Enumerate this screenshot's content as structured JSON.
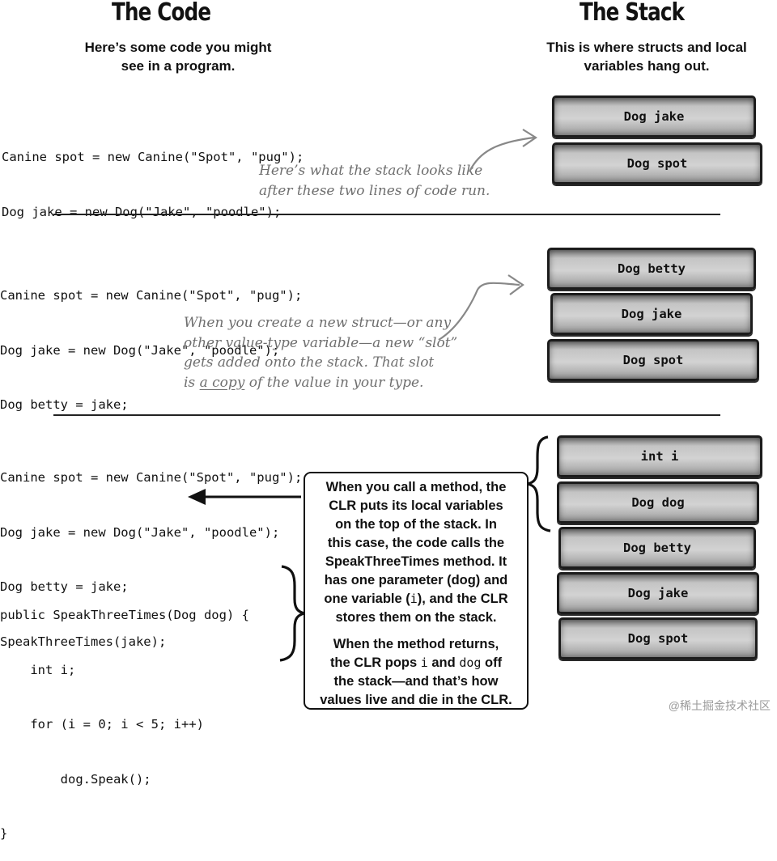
{
  "headings": {
    "code": "The Code",
    "stack": "The Stack"
  },
  "subheads": {
    "code": [
      "Here’s some code you might",
      "see in a program."
    ],
    "stack": [
      "This is where structs and local",
      "variables hang out."
    ]
  },
  "panel1": {
    "code": [
      "Canine spot = new Canine(\"Spot\", \"pug\");",
      "Dog jake = new Dog(\"Jake\", \"poodle\");"
    ],
    "note": [
      "Here’s what the stack looks like",
      "after these two lines of code run."
    ],
    "stack": [
      "Dog jake",
      "Dog spot"
    ]
  },
  "panel2": {
    "code": [
      "Canine spot = new Canine(\"Spot\", \"pug\");",
      "Dog jake = new Dog(\"Jake\", \"poodle\");",
      "Dog betty = jake;"
    ],
    "note": {
      "line1": "When you create a new struct—or any",
      "line2": "other value-type variable—a new “slot”",
      "line3": "gets added onto the stack. That slot",
      "line4_prefix": "is ",
      "line4_underlined": "a copy",
      "line4_suffix": " of the value in your type."
    },
    "stack": [
      "Dog betty",
      "Dog jake",
      "Dog spot"
    ]
  },
  "panel3": {
    "code": [
      "Canine spot = new Canine(\"Spot\", \"pug\");",
      "Dog jake = new Dog(\"Jake\", \"poodle\");",
      "Dog betty = jake;",
      "SpeakThreeTimes(jake);"
    ],
    "method": [
      "public SpeakThreeTimes(Dog dog) {",
      "    int i;",
      "    for (i = 0; i < 5; i++)",
      "        dog.Speak();",
      "}"
    ],
    "stack": [
      "int i",
      "Dog dog",
      "Dog betty",
      "Dog jake",
      "Dog spot"
    ],
    "callout": {
      "para1": [
        "When you call a method, the",
        "CLR puts its local variables",
        "on the top of the stack. In",
        "this case, the code calls the",
        "SpeakThreeTimes method. It"
      ],
      "para1_line6_a": "has one parameter (dog)  and",
      "para1_line7_a": "one variable (",
      "para1_line7_mono": "i",
      "para1_line7_b": "), and the CLR",
      "para1_line8": "stores them on the stack.",
      "para2_line1": "When the method returns,",
      "para2_line2_a": "the CLR pops ",
      "para2_line2_mono1": "i",
      "para2_line2_b": " and ",
      "para2_line2_mono2": "dog",
      "para2_line2_c": " off",
      "para2_line3": "the stack—and that’s how",
      "para2_line4": "values live and die in the CLR."
    }
  },
  "watermark": "@稀土掘金技术社区"
}
